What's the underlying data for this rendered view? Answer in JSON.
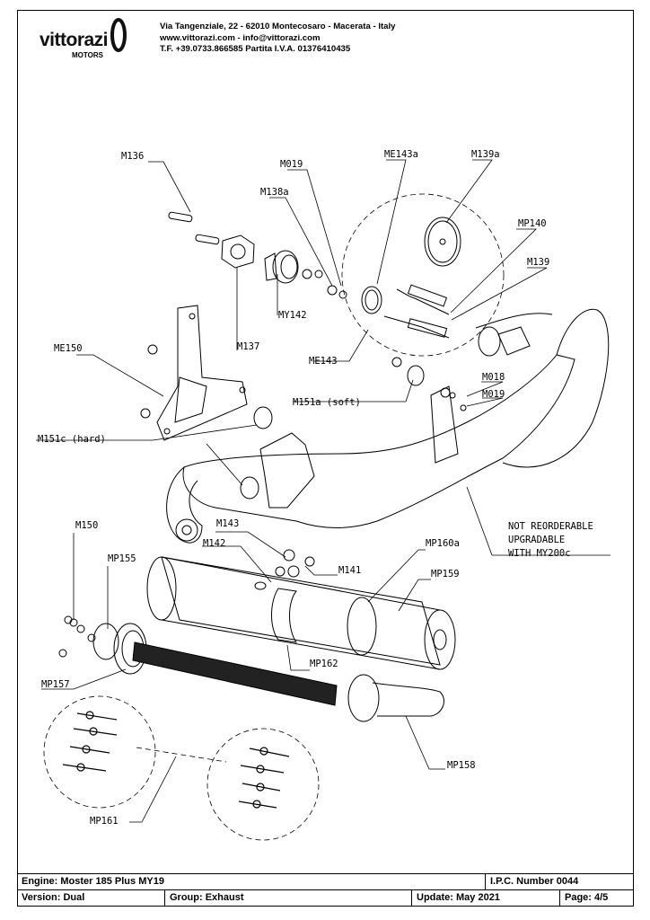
{
  "header": {
    "logo_text": "vittorazi",
    "logo_sub": "MOTORS",
    "address_line1": "Via Tangenziale, 22 - 62010 Montecosaro - Macerata - Italy",
    "address_line2": "www.vittorazi.com - info@vittorazi.com",
    "address_line3": "T.F. +39.0733.866585 Partita I.V.A. 01376410435"
  },
  "labels": {
    "M136": "M136",
    "M019_top": "M019",
    "ME143a": "ME143a",
    "M139a": "M139a",
    "M138a": "M138a",
    "MP140": "MP140",
    "M139": "M139",
    "ME150": "ME150",
    "MY142": "MY142",
    "M137": "M137",
    "ME143": "ME143",
    "M018": "M018",
    "M019_right": "M019",
    "M151a": "M151a (soft)",
    "M151c": "M151c (hard)",
    "note_line1": "NOT REORDERABLE",
    "note_line2": "UPGRADABLE",
    "note_line3": "WITH MY200c",
    "M143": "M143",
    "M150": "M150",
    "M142": "M142",
    "MP160a": "MP160a",
    "M141": "M141",
    "MP155": "MP155",
    "MP159": "MP159",
    "MP162": "MP162",
    "MP157": "MP157",
    "MP158": "MP158",
    "MP161": "MP161"
  },
  "titleblock": {
    "engine": "Engine: Moster 185 Plus MY19",
    "ipc": "I.P.C. Number 0044",
    "version": "Version: Dual",
    "group": "Group: Exhaust",
    "update": "Update: May 2021",
    "page": "Page: 4/5"
  }
}
